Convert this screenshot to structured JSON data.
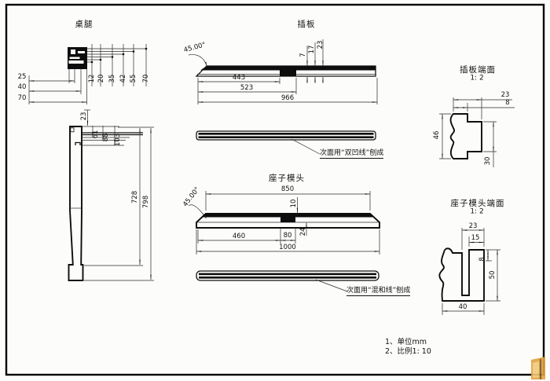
{
  "page": {
    "background": "#fcfcfa",
    "line_color": "#111111",
    "border_color": "#000000",
    "watermark_color": "#e2a33f"
  },
  "notes": {
    "line1": "1、单位mm",
    "line2": "2、比例1: 10"
  },
  "leg": {
    "title": "桌腿",
    "top_dims": [
      "12",
      "20",
      "35",
      "42",
      "55",
      "70"
    ],
    "side_dims": [
      "25",
      "40",
      "70"
    ],
    "front_dims": {
      "d23": "23",
      "d61": "61",
      "d88": "88",
      "d103": "103",
      "d728": "728",
      "d798": "798"
    }
  },
  "board": {
    "title": "插板",
    "angle": "45.00°",
    "thickness_dims": [
      "7",
      "17",
      "23"
    ],
    "length_dims": [
      "443",
      "523",
      "966"
    ],
    "note": "次面用“双凹线”刨成"
  },
  "board_end": {
    "title": "插板端面",
    "scale": "1: 2",
    "dims": {
      "d23": "23",
      "d8": "8",
      "d46": "46",
      "d30": "30"
    }
  },
  "seat": {
    "title": "座子模头",
    "angle": "45.00°",
    "dims": {
      "d850": "850",
      "d10": "10",
      "d24": "24",
      "d460": "460",
      "d80": "80",
      "d1000": "1000"
    },
    "note": "次面用“混和线”刨成"
  },
  "seat_end": {
    "title": "座子模头端面",
    "scale": "1: 2",
    "dims": {
      "d23": "23",
      "d15": "15",
      "d8": "8",
      "d50": "50",
      "d40": "40"
    }
  }
}
